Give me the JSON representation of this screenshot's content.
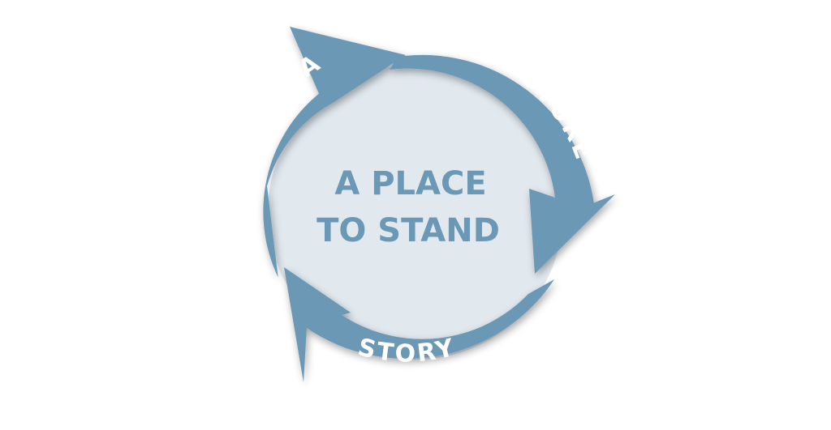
{
  "center": {
    "line1": "A PLACE",
    "line2": "TO STAND"
  },
  "arrows": [
    {
      "label": "PERSONAL"
    },
    {
      "label": "FUTURE"
    },
    {
      "label": "STORY"
    }
  ],
  "colors": {
    "background": "#ffffff",
    "arrow": "#6a98b5",
    "center_fill": "#e1e9ef",
    "center_text": "#6a98b5",
    "arrow_text": "#ffffff"
  }
}
